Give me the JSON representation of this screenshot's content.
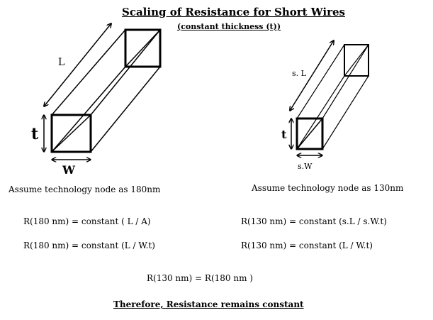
{
  "title": "Scaling of Resistance for Short Wires",
  "subtitle": "(constant thickness (t))",
  "left_wire": {
    "length_label": "L",
    "thickness_label": "t",
    "width_label": "W"
  },
  "right_wire": {
    "length_label": "s. L",
    "thickness_label": "t",
    "width_label": "s.W"
  },
  "assumption_180": "Assume technology node as 180nm",
  "assumption_130": "Assume technology node as 130nm",
  "eq_180_area": "R(180 nm) =  constant ( L / A)",
  "eq_180_wt": "R(180 nm) = constant (L / W.t)",
  "eq_130_scaled": "R(130 nm) = constant (s.L / s.W.t)",
  "eq_130_wt": "R(130 nm) = constant (L / W.t)",
  "equality": "R(130 nm) = R(180 nm )",
  "conclusion": "Therefore, Resistance remains constant"
}
